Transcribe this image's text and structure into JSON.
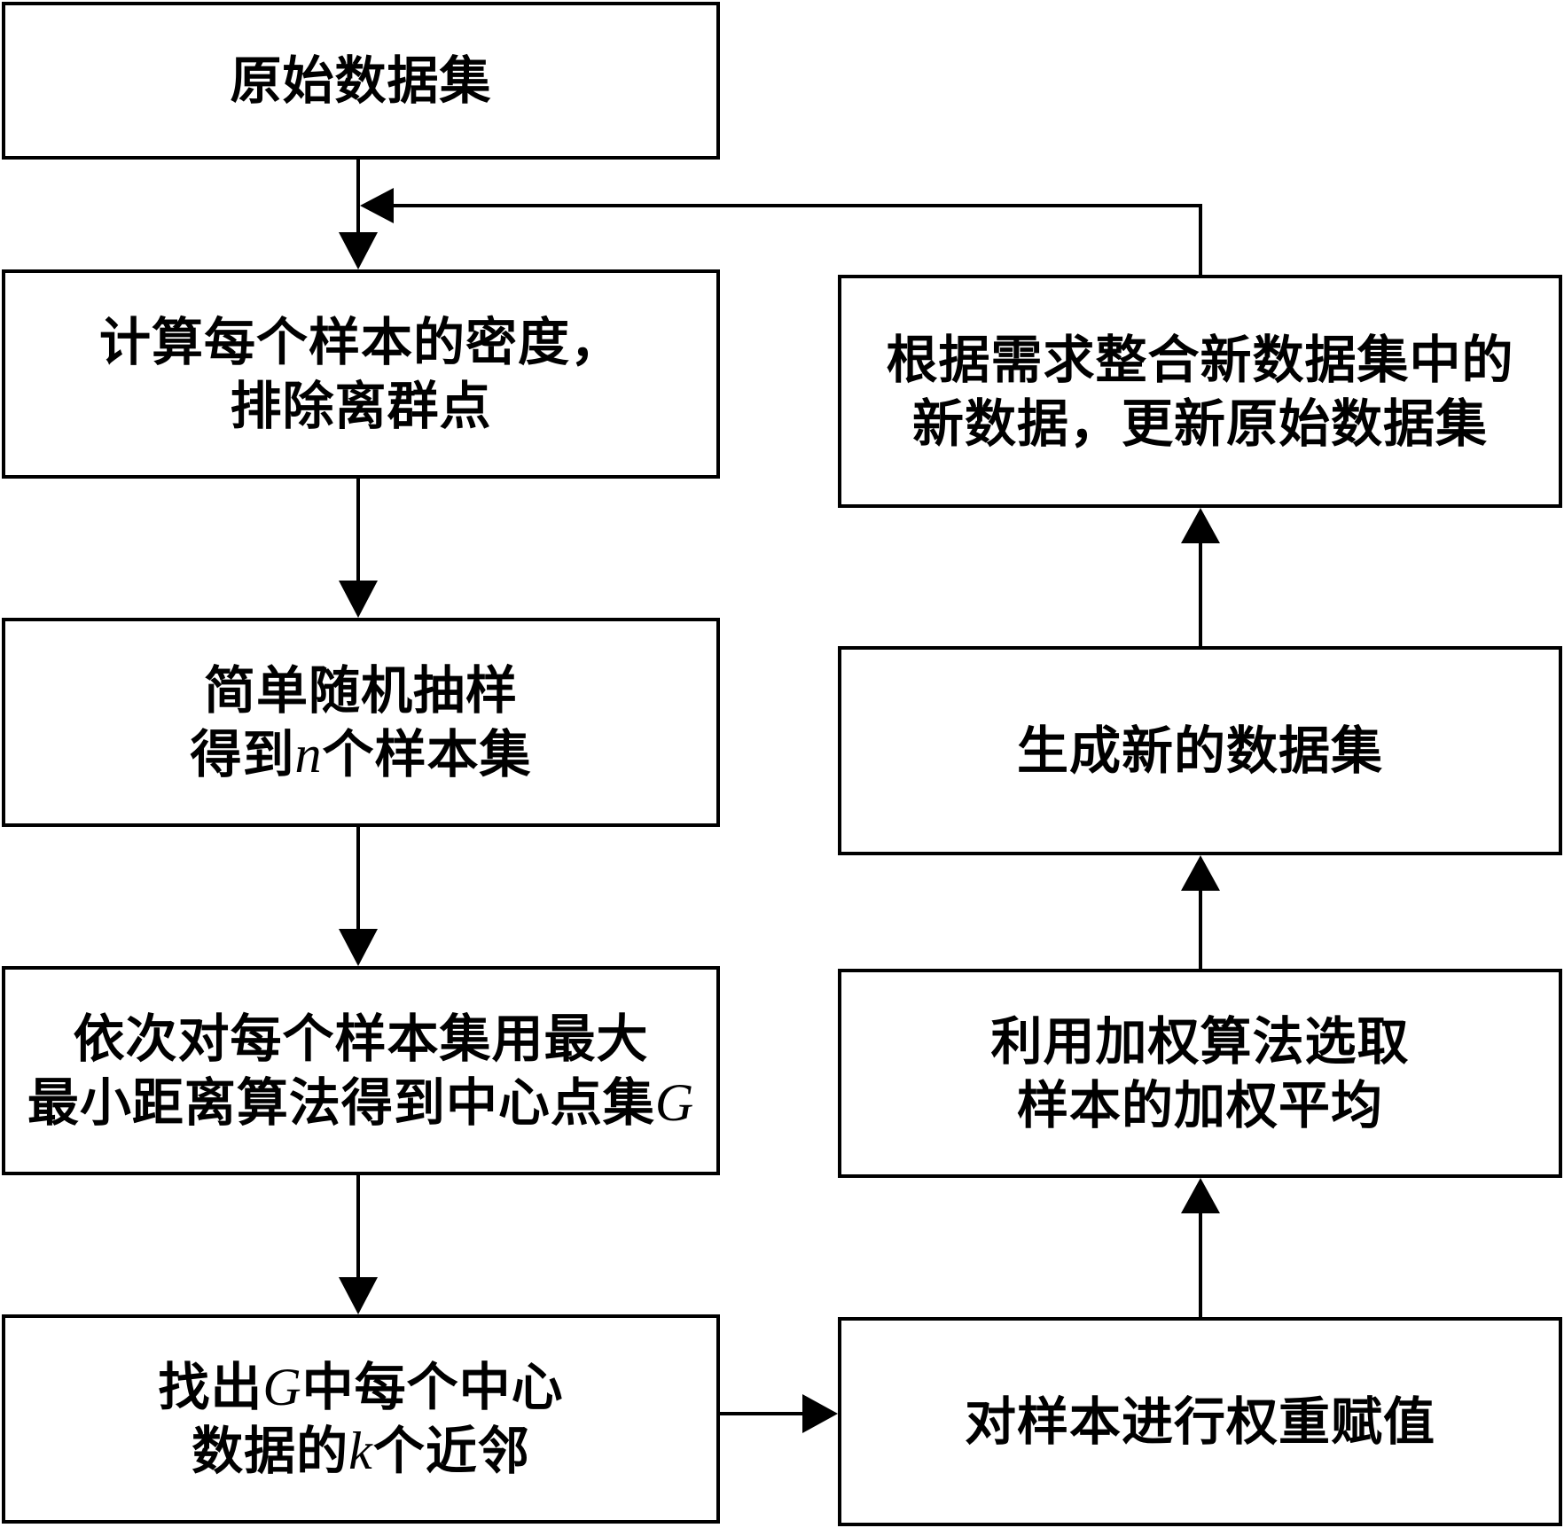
{
  "flowchart": {
    "nodes": [
      {
        "id": "original-dataset",
        "lines": [
          {
            "text": "原始数据集"
          }
        ]
      },
      {
        "id": "density-outliers",
        "lines": [
          {
            "text": "计算每个样本的密度，"
          },
          {
            "text": "排除离群点"
          }
        ]
      },
      {
        "id": "random-sampling",
        "lines": [
          {
            "text": "简单随机抽样"
          },
          {
            "pre": "得到",
            "var": "n",
            "post": "个样本集"
          }
        ]
      },
      {
        "id": "center-points",
        "lines": [
          {
            "text": "依次对每个样本集用最大"
          },
          {
            "pre": "最小距离算法得到中心点集",
            "var": "G",
            "post": ""
          }
        ]
      },
      {
        "id": "knn",
        "lines": [
          {
            "pre": "找出",
            "var": "G",
            "post": "中每个中心"
          },
          {
            "pre": "数据的",
            "var": "k",
            "post": "个近邻"
          }
        ]
      },
      {
        "id": "weight-assign",
        "lines": [
          {
            "text": "对样本进行权重赋值"
          }
        ]
      },
      {
        "id": "weighted-average",
        "lines": [
          {
            "text": "利用加权算法选取"
          },
          {
            "text": "样本的加权平均"
          }
        ]
      },
      {
        "id": "new-dataset",
        "lines": [
          {
            "text": "生成新的数据集"
          }
        ]
      },
      {
        "id": "update-dataset",
        "lines": [
          {
            "text": "根据需求整合新数据集中的"
          },
          {
            "text": "新数据，更新原始数据集"
          }
        ]
      }
    ],
    "edges": [
      {
        "from": "original-dataset",
        "to": "density-outliers"
      },
      {
        "from": "density-outliers",
        "to": "random-sampling"
      },
      {
        "from": "random-sampling",
        "to": "center-points"
      },
      {
        "from": "center-points",
        "to": "knn"
      },
      {
        "from": "knn",
        "to": "weight-assign"
      },
      {
        "from": "weight-assign",
        "to": "weighted-average"
      },
      {
        "from": "weighted-average",
        "to": "new-dataset"
      },
      {
        "from": "new-dataset",
        "to": "update-dataset"
      },
      {
        "from": "update-dataset",
        "to": "density-outliers"
      }
    ],
    "colors": {
      "stroke": "#000000",
      "background": "#ffffff",
      "text": "#000000"
    }
  }
}
